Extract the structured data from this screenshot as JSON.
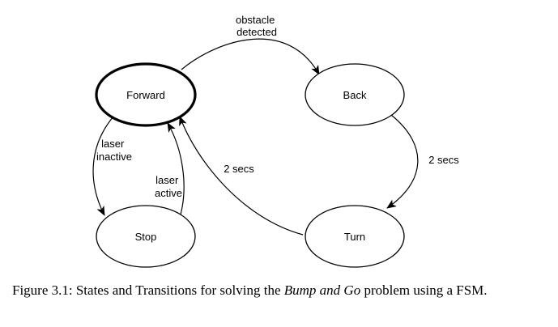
{
  "states": [
    {
      "id": "forward",
      "label": "Forward",
      "initial": true
    },
    {
      "id": "back",
      "label": "Back",
      "initial": false
    },
    {
      "id": "turn",
      "label": "Turn",
      "initial": false
    },
    {
      "id": "stop",
      "label": "Stop",
      "initial": false
    }
  ],
  "transitions": [
    {
      "from": "forward",
      "to": "back",
      "label_lines": [
        "obstacle",
        "detected"
      ]
    },
    {
      "from": "back",
      "to": "turn",
      "label_lines": [
        "2 secs"
      ]
    },
    {
      "from": "turn",
      "to": "forward",
      "label_lines": [
        "2 secs"
      ]
    },
    {
      "from": "forward",
      "to": "stop",
      "label_lines": [
        "laser",
        "inactive"
      ]
    },
    {
      "from": "stop",
      "to": "forward",
      "label_lines": [
        "laser",
        "active"
      ]
    }
  ],
  "caption": {
    "prefix": "Figure 3.1: States and Transitions for solving the ",
    "emphasis": "Bump and Go",
    "suffix": " problem using a FSM."
  }
}
